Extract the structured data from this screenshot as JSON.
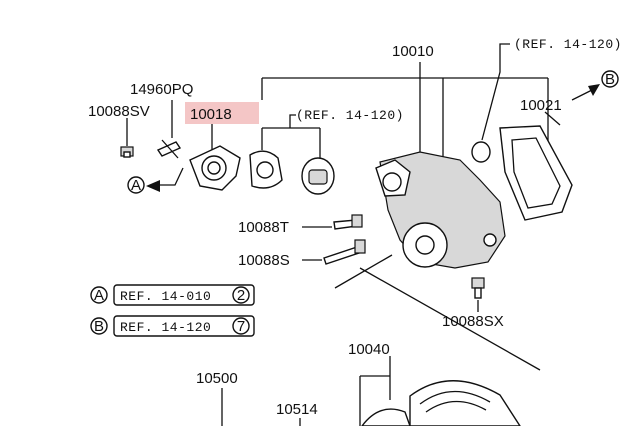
{
  "labels": {
    "p10010": "10010",
    "p14960PQ": "14960PQ",
    "p10088SV": "10088SV",
    "p10018": "10018",
    "ref_top": "(REF. 14-120)",
    "ref_mid": "(REF. 14-120)",
    "p10021": "10021",
    "p10088T": "10088T",
    "p10088S": "10088S",
    "p10088SX": "10088SX",
    "p10040": "10040",
    "p10500": "10500",
    "p10514": "10514"
  },
  "markers": {
    "a": "A",
    "b": "B"
  },
  "legend": [
    {
      "marker": "A",
      "ref": "REF. 14-010",
      "num": "2"
    },
    {
      "marker": "B",
      "ref": "REF. 14-120",
      "num": "7"
    }
  ],
  "highlight_color": "#f4c6c6"
}
